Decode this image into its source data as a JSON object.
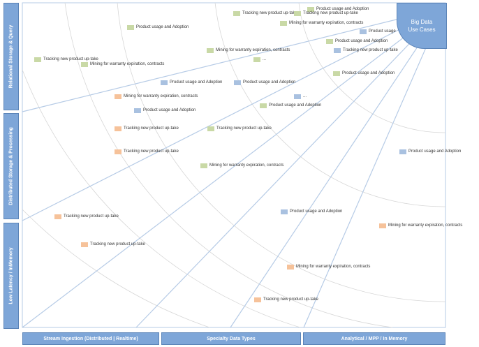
{
  "colors": {
    "tab_fill": "#7ea6d8",
    "line": "#b6cbe6",
    "arc": "#d0d0d0",
    "green": "#c9d9a6",
    "blue": "#a9c1e0",
    "orange": "#f6c29a"
  },
  "corner": {
    "line1": "Big Data",
    "line2": "Use Cases"
  },
  "side_tabs": [
    {
      "label": "Relational Storage & Query"
    },
    {
      "label": "Distributed Storage & Processing"
    },
    {
      "label": "Low Latency / InMemory"
    }
  ],
  "bottom_tabs": [
    {
      "label": "Stream Ingestion (Distributed | Realtime)"
    },
    {
      "label": "Specialty Data Types"
    },
    {
      "label": "Analytical / MPP / In Memory"
    }
  ],
  "use_cases": [
    {
      "label": "Product usage and Adoption",
      "color": "green"
    },
    {
      "label": "Tracking new product up-take",
      "color": "green"
    },
    {
      "label": "Tracking new product up-take",
      "color": "green"
    },
    {
      "label": "Mining for warranty expiration, contracts",
      "color": "green"
    },
    {
      "label": "Product usage",
      "color": "blue"
    },
    {
      "label": "Product usage and Adoption",
      "color": "green"
    },
    {
      "label": "Product usage and Adoption",
      "color": "green"
    },
    {
      "label": "Tracking new product up-take",
      "color": "blue"
    },
    {
      "label": "Tracking new product up-take",
      "color": "green"
    },
    {
      "label": "Mining for warranty expiration, contracts",
      "color": "green"
    },
    {
      "label": "Mining for warranty expiration, contracts",
      "color": "green"
    },
    {
      "label": "...",
      "color": "green"
    },
    {
      "label": "Product usage and Adoption",
      "color": "green"
    },
    {
      "label": "Product usage and Adoption",
      "color": "blue"
    },
    {
      "label": "Product usage and Adoption",
      "color": "blue"
    },
    {
      "label": "Mining for warranty expiration, contracts",
      "color": "orange"
    },
    {
      "label": "...",
      "color": "blue"
    },
    {
      "label": "Product usage and Adoption",
      "color": "green"
    },
    {
      "label": "Product usage and Adoption",
      "color": "blue"
    },
    {
      "label": "Tracking new product up-take",
      "color": "orange"
    },
    {
      "label": "Tracking new product up-take",
      "color": "green"
    },
    {
      "label": "Product usage and Adoption",
      "color": "blue"
    },
    {
      "label": "Tracking new product up-take",
      "color": "orange"
    },
    {
      "label": "Mining for warranty expiration, contracts",
      "color": "green"
    },
    {
      "label": "Tracking new product up-take",
      "color": "orange"
    },
    {
      "label": "Product usage and Adoption",
      "color": "blue"
    },
    {
      "label": "Mining for warranty expiration, contracts",
      "color": "orange"
    },
    {
      "label": "Tracking new product up-take",
      "color": "orange"
    },
    {
      "label": "Mining for warranty expiration, contracts",
      "color": "orange"
    },
    {
      "label": "Tracking new product up-take",
      "color": "orange"
    }
  ]
}
